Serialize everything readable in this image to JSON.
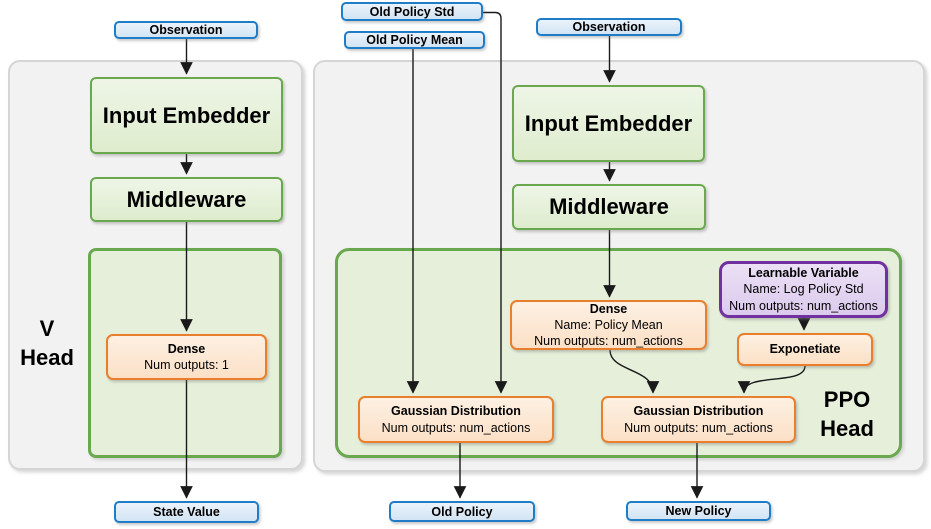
{
  "palette": {
    "blue_border": "#1f7cc7",
    "blue_fill": "#d9e8f7",
    "green_border": "#6aa84f",
    "green_fill": "#e5efda",
    "orange_border": "#e97e2d",
    "orange_fill": "#fbe5d0",
    "purple_border": "#7030a0",
    "purple_fill": "#e3d4f0",
    "panel_fill": "#f2f2f2",
    "arrow_color": "#1a1a1a"
  },
  "v_head": {
    "label_line1": "V",
    "label_line2": "Head",
    "observation_label": "Observation",
    "input_embedder_label": "Input Embedder",
    "middleware_label": "Middleware",
    "dense": {
      "title": "Dense",
      "outputs": "Num outputs: 1"
    },
    "state_value_label": "State Value"
  },
  "ppo_head": {
    "label_line1": "PPO",
    "label_line2": "Head",
    "old_policy_std_label": "Old Policy Std",
    "old_policy_mean_label": "Old Policy Mean",
    "observation_label": "Observation",
    "input_embedder_label": "Input Embedder",
    "middleware_label": "Middleware",
    "dense": {
      "title": "Dense",
      "name": "Name: Policy Mean",
      "outputs": "Num outputs: num_actions"
    },
    "learnable_variable": {
      "title": "Learnable Variable",
      "name": "Name: Log Policy Std",
      "outputs": "Num outputs: num_actions"
    },
    "exponentiate_label": "Exponetiate",
    "gaussian_old": {
      "title": "Gaussian Distribution",
      "outputs": "Num outputs: num_actions"
    },
    "gaussian_new": {
      "title": "Gaussian Distribution",
      "outputs": "Num outputs: num_actions"
    },
    "old_policy_label": "Old Policy",
    "new_policy_label": "New Policy"
  }
}
